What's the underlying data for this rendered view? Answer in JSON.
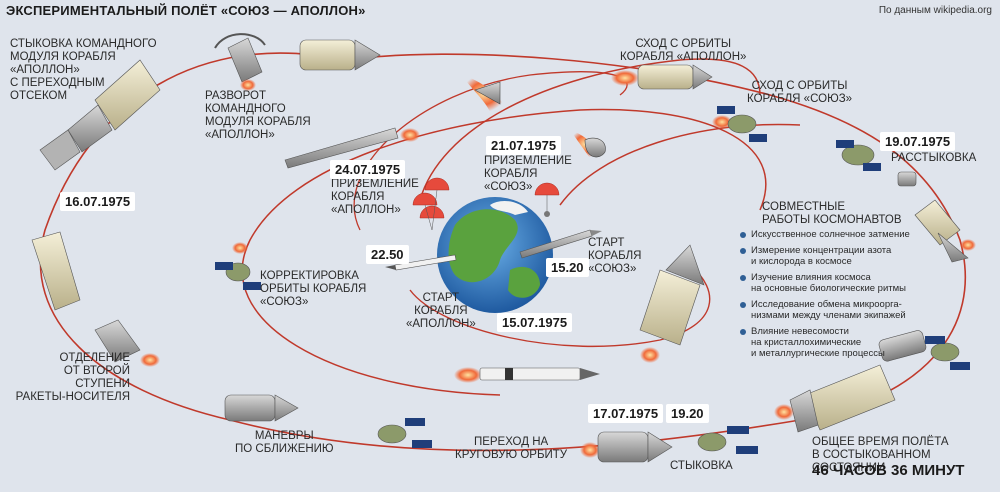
{
  "header": {
    "title": "ЭКСПЕРИМЕНТАЛЬНЫЙ ПОЛЁТ «СОЮЗ — АПОЛЛОН»",
    "source": "По данным wikipedia.org"
  },
  "labels": {
    "docking_command_module": "СТЫКОВКА КОМАНДНОГО\nМОДУЛЯ КОРАБЛЯ\n«АПОЛЛОН»\nС ПЕРЕХОДНЫМ\nОТСЕКОМ",
    "turn_command_module": "РАЗВОРОТ\nКОМАНДНОГО\nМОДУЛЯ КОРАБЛЯ\n«АПОЛЛОН»",
    "apollo_deorbit": "СХОД С ОРБИТЫ\nКОРАБЛЯ «АПОЛЛОН»",
    "soyuz_deorbit": "СХОД С ОРБИТЫ\nКОРАБЛЯ «СОЮЗ»",
    "undocking": "РАССТЫКОВКА",
    "joint_work": "СОВМЕСТНЫЕ\nРАБОТЫ КОСМОНАВТОВ",
    "soyuz_landing": "ПРИЗЕМЛЕНИЕ\nКОРАБЛЯ\n«СОЮЗ»",
    "apollo_landing": "ПРИЗЕМЛЕНИЕ\nКОРАБЛЯ\n«АПОЛЛОН»",
    "soyuz_launch": "СТАРТ\nКОРАБЛЯ\n«СОЮЗ»",
    "apollo_launch": "СТАРТ\nКОРАБЛЯ\n«АПОЛЛОН»",
    "soyuz_correction": "КОРРЕКТИРОВКА\nОРБИТЫ КОРАБЛЯ\n«СОЮЗ»",
    "stage_separation": "ОТДЕЛЕНИЕ\nОТ ВТОРОЙ СТУПЕНИ\nРАКЕТЫ-НОСИТЕЛЯ",
    "approach_maneuvers": "МАНЕВРЫ\nПО СБЛИЖЕНИЮ",
    "circular_orbit": "ПЕРЕХОД НА\nКРУГОВУЮ ОРБИТУ",
    "docking": "СТЫКОВКА",
    "total_time": "ОБЩЕЕ ВРЕМЯ ПОЛЁТА\nВ СОСТЫКОВАННОМ СОСТОЯНИИ",
    "total_time_value": "46 ЧАСОВ 36 МИНУТ"
  },
  "dates": {
    "d_16_07": "16.07.1975",
    "d_24_07": "24.07.1975",
    "d_21_07": "21.07.1975",
    "d_19_07": "19.07.1975",
    "d_15_07": "15.07.1975",
    "d_17_07": "17.07.1975",
    "t_22_50": "22.50",
    "t_15_20": "15.20",
    "t_19_20": "19.20"
  },
  "joint_work_items": [
    "Искусственное солнечное затмение",
    "Измерение концентрации азота\nи кислорода в космосе",
    "Изучение влияния космоса\nна основные биологические ритмы",
    "Исследование обмена микроорга-\nнизмами между членами экипажей",
    "Влияние невесомости\nна кристаллохимические\nи металлургические процессы"
  ],
  "colors": {
    "background": "#dfe4ec",
    "orbit": "#c0392b",
    "earth_ocean": "#2f6fb5",
    "earth_land": "#4e9a3a",
    "apollo_body": "#e6dfc0",
    "soyuz_body": "#8c9a6a",
    "panel": "#1f3e7a",
    "flame": "#f06a3a",
    "parachute": "#e64a3c"
  }
}
